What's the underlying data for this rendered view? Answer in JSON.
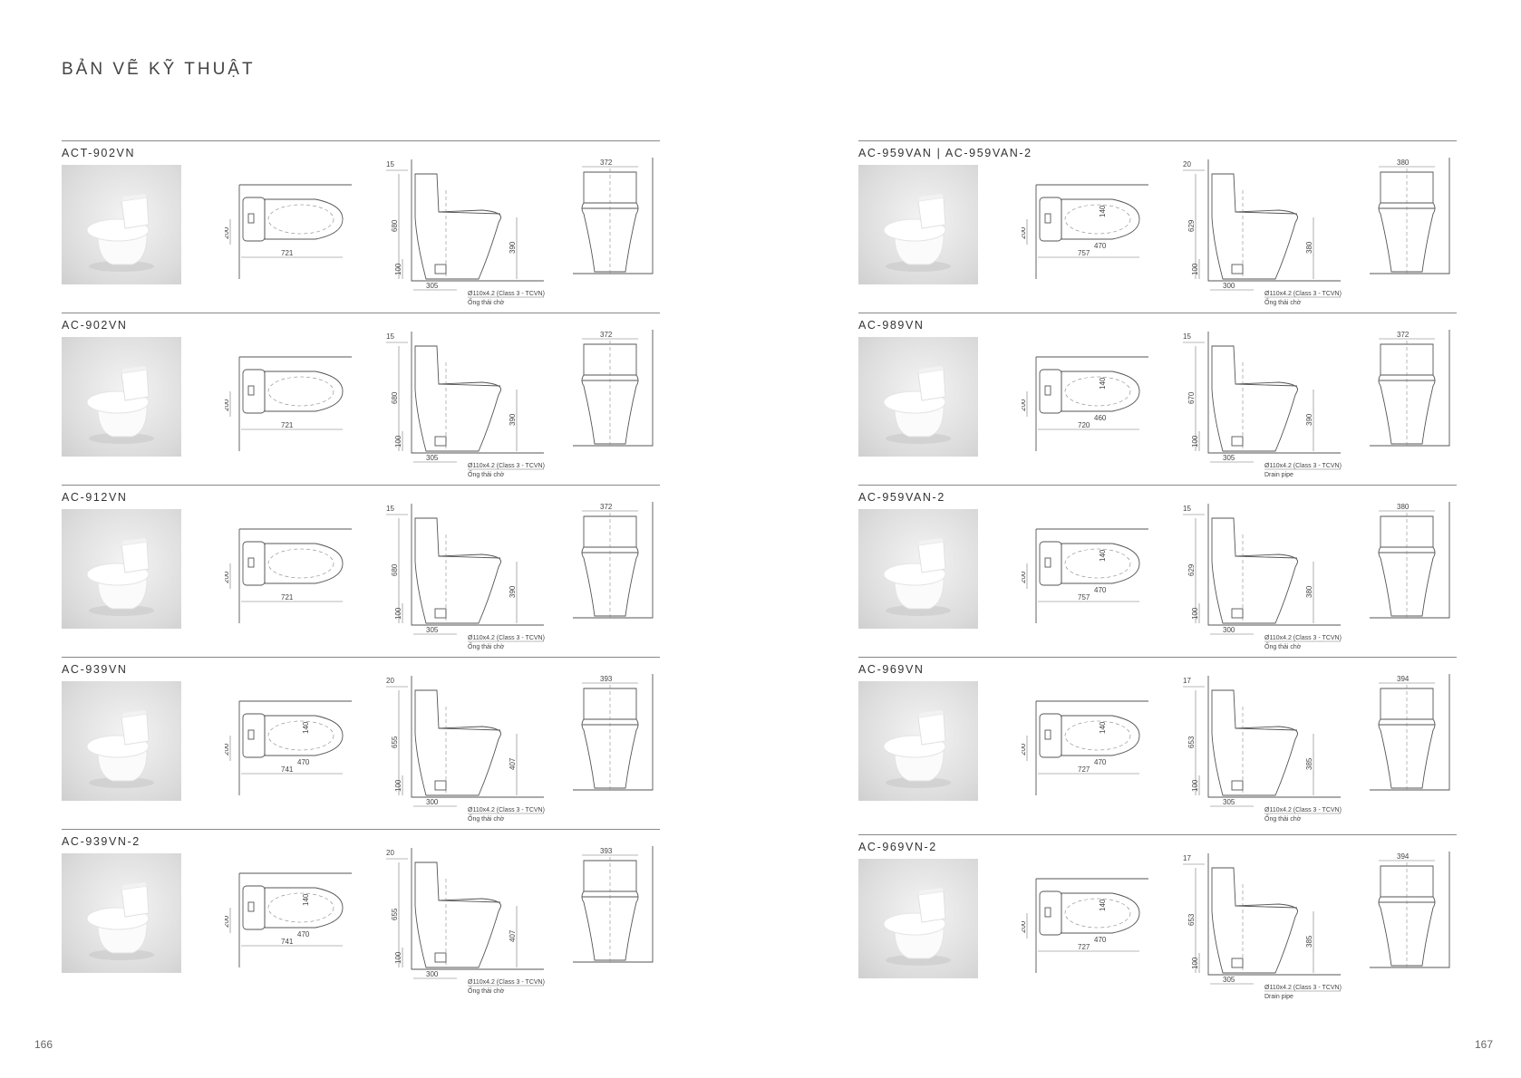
{
  "title": "BẢN VẼ KỸ THUẬT",
  "page_left": "166",
  "page_right": "167",
  "left_models": [
    {
      "name": "ACT-902VN",
      "depth": "721",
      "inlet": "200",
      "offset": "15",
      "height": "680",
      "seat": "390",
      "base": "100",
      "rough": "305",
      "width": "372",
      "pipe": "Ø110x4.2 (Class 3 - TCVN)",
      "pipe_note": "Ống thải chờ"
    },
    {
      "name": "AC-902VN",
      "depth": "721",
      "inlet": "200",
      "offset": "15",
      "height": "680",
      "seat": "390",
      "base": "100",
      "rough": "305",
      "width": "372",
      "pipe": "Ø110x4.2 (Class 3 - TCVN)",
      "pipe_note": "Ống thải chờ"
    },
    {
      "name": "AC-912VN",
      "depth": "721",
      "inlet": "200",
      "offset": "15",
      "height": "680",
      "seat": "390",
      "base": "100",
      "rough": "305",
      "width": "372",
      "pipe": "Ø110x4.2 (Class 3 - TCVN)",
      "pipe_note": "Ống thải chờ"
    },
    {
      "name": "AC-939VN",
      "depth": "741",
      "inner": "470",
      "lid": "140",
      "inlet": "200",
      "offset": "20",
      "height": "655",
      "seat": "407",
      "base": "100",
      "rough": "300",
      "width": "393",
      "pipe": "Ø110x4.2 (Class 3 - TCVN)",
      "pipe_note": "Ống thải chờ"
    },
    {
      "name": "AC-939VN-2",
      "depth": "741",
      "inner": "470",
      "lid": "140",
      "inlet": "200",
      "offset": "20",
      "height": "655",
      "seat": "407",
      "base": "100",
      "rough": "300",
      "width": "393",
      "pipe": "Ø110x4.2 (Class 3 - TCVN)",
      "pipe_note": "Ống thải chờ"
    }
  ],
  "right_models": [
    {
      "name": "AC-959VAN | AC-959VAN-2",
      "depth": "757",
      "inner": "470",
      "lid": "140",
      "inlet": "200",
      "offset": "20",
      "height": "629",
      "seat": "380",
      "base": "100",
      "rough": "300",
      "width": "380",
      "pipe": "Ø110x4.2 (Class 3 - TCVN)",
      "pipe_note": "Ống thải chờ"
    },
    {
      "name": "AC-989VN",
      "depth": "720",
      "inner": "460",
      "lid": "140",
      "inlet": "200",
      "offset": "15",
      "height": "670",
      "seat": "390",
      "base": "100",
      "rough": "305",
      "width": "372",
      "pipe": "Ø110x4.2 (Class 3 - TCVN)",
      "pipe_note": "Drain pipe"
    },
    {
      "name": "AC-959VAN-2",
      "depth": "757",
      "inner": "470",
      "lid": "140",
      "inlet": "200",
      "offset": "15",
      "height": "629",
      "seat": "380",
      "base": "100",
      "rough": "300",
      "width": "380",
      "pipe": "Ø110x4.2 (Class 3 - TCVN)",
      "pipe_note": "Ống thải chờ"
    },
    {
      "name": "AC-969VN",
      "depth": "727",
      "inner": "470",
      "lid": "140",
      "inlet": "200",
      "offset": "17",
      "height": "653",
      "seat": "385",
      "base": "100",
      "rough": "305",
      "width": "394",
      "pipe": "Ø110x4.2 (Class 3 - TCVN)",
      "pipe_note": "Ống thải chờ"
    },
    {
      "name": "AC-969VN-2",
      "depth": "727",
      "inner": "470",
      "lid": "140",
      "inlet": "200",
      "offset": "17",
      "height": "653",
      "seat": "385",
      "base": "100",
      "rough": "305",
      "width": "394",
      "pipe": "Ø110x4.2 (Class 3 - TCVN)",
      "pipe_note": "Drain pipe"
    }
  ]
}
